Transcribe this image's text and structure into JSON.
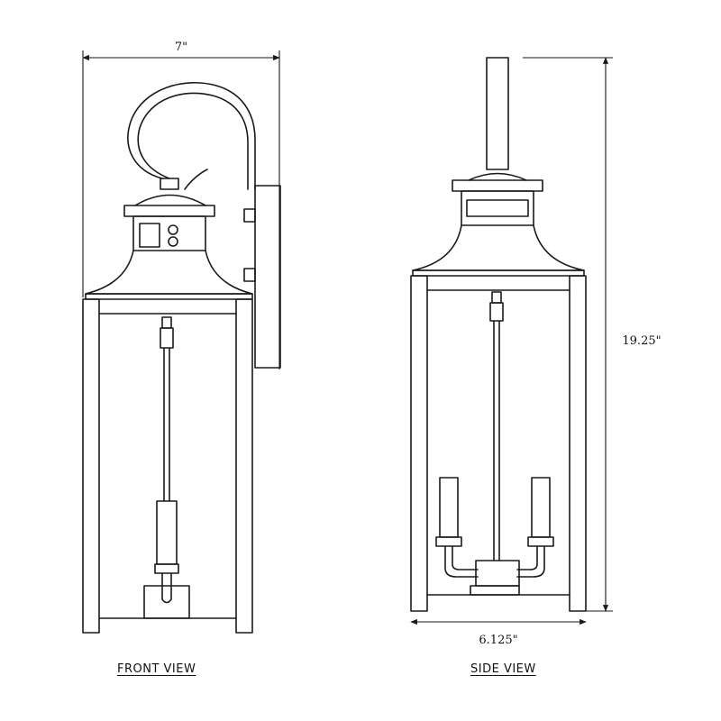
{
  "dimensions": {
    "front_width": "7\"",
    "height": "19.25\"",
    "side_width": "6.125\""
  },
  "views": {
    "front_label": "FRONT VIEW",
    "side_label": "SIDE VIEW"
  }
}
